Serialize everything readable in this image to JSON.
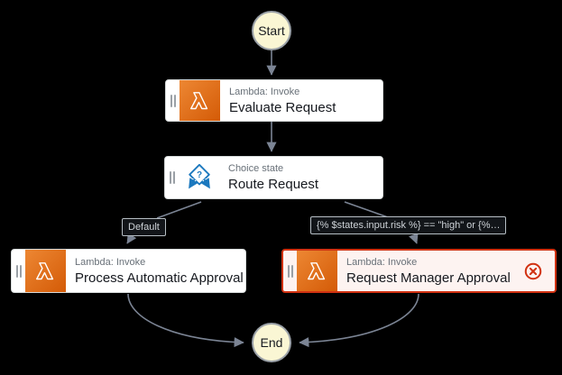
{
  "diagram": {
    "start": {
      "label": "Start"
    },
    "end": {
      "label": "End"
    },
    "states": [
      {
        "id": "evaluate-request",
        "type_label": "Lambda: Invoke",
        "title": "Evaluate Request",
        "status": "normal"
      },
      {
        "id": "route-request",
        "type_label": "Choice state",
        "title": "Route Request",
        "status": "normal"
      },
      {
        "id": "process-automatic-approval",
        "type_label": "Lambda: Invoke",
        "title": "Process Automatic Approval",
        "status": "normal"
      },
      {
        "id": "request-manager-approval",
        "type_label": "Lambda: Invoke",
        "title": "Request Manager Approval",
        "status": "error"
      }
    ],
    "edge_labels": [
      {
        "text": "Default"
      },
      {
        "text": "{% $states.input.risk %} == \"high\" or {%…"
      }
    ],
    "colors": {
      "background": "#000000",
      "node_background": "#ffffff",
      "node_border": "#d5d9d9",
      "error_border": "#d13212",
      "error_background": "#fdf3f1",
      "lambda_gradient_start": "#ed8733",
      "lambda_gradient_end": "#d45b07",
      "choice_blue": "#1b78be",
      "start_end_fill": "#faf6d4",
      "edge": "#7b8494",
      "title_text": "#16191f",
      "type_text": "#687078"
    }
  }
}
